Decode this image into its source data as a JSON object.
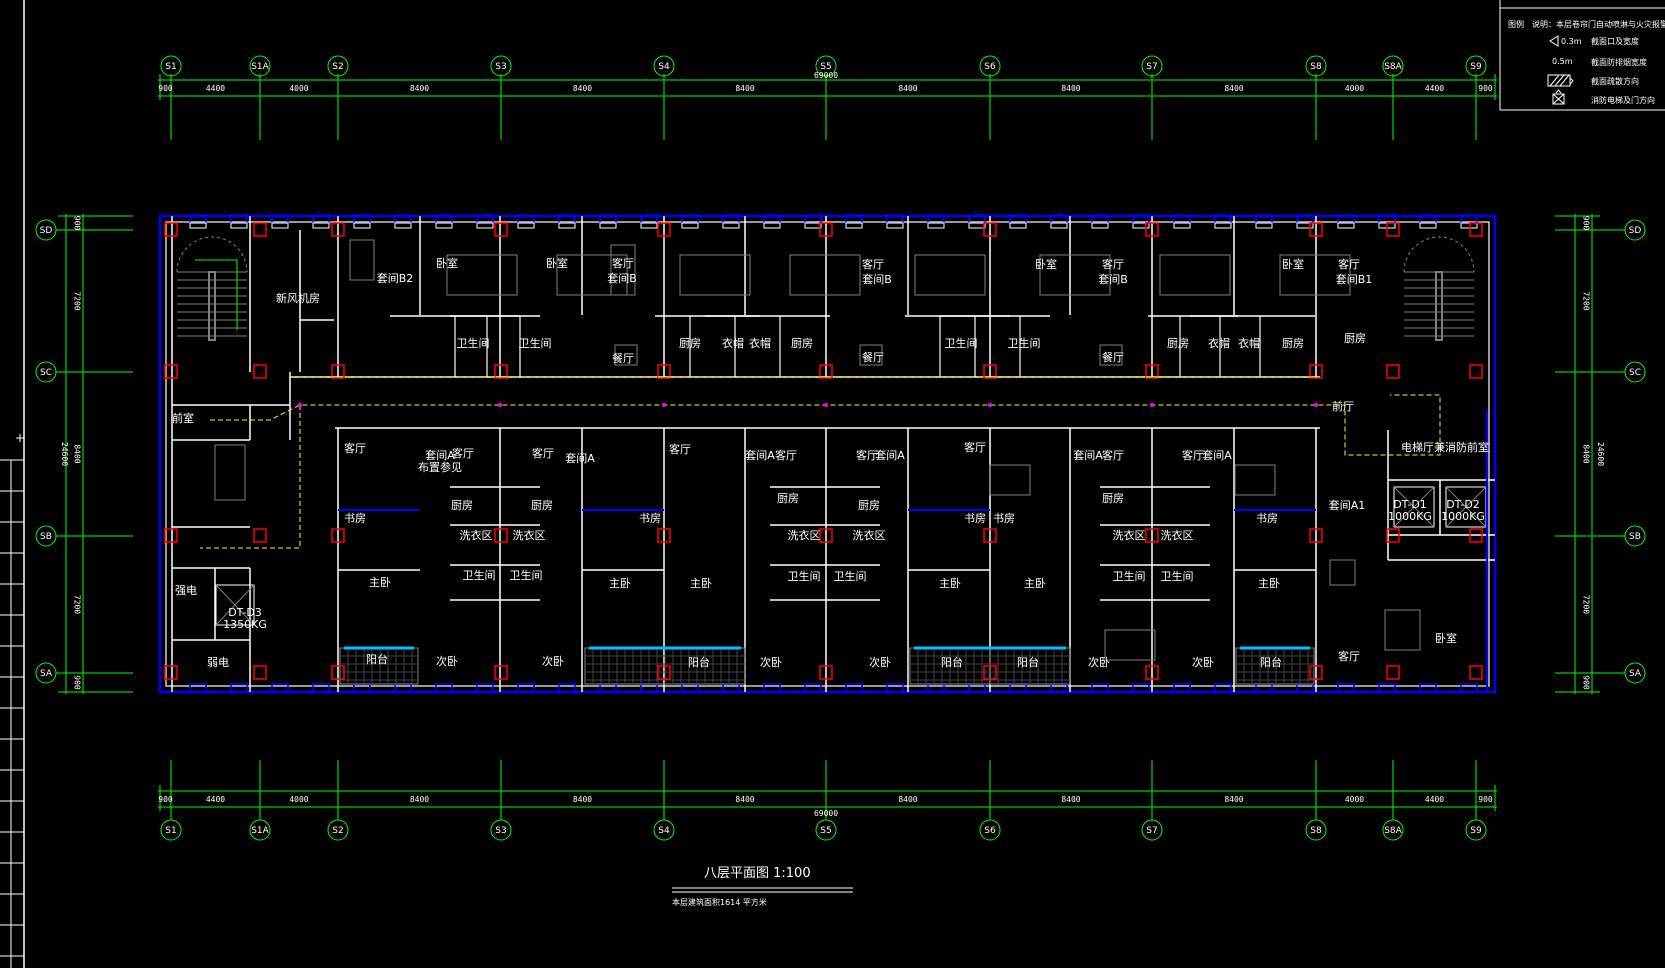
{
  "drawing": {
    "title": "八层平面图 1:100",
    "subtitle": "本层建筑面积1614 平方米"
  },
  "legend": {
    "heading": "图例",
    "note": "说明：本层卷帘门自动喷淋与火灾报警系统",
    "items": [
      {
        "symbol": "0.3m",
        "label": "截面口及宽度"
      },
      {
        "symbol": "0.5m",
        "label": "截面防排烟宽度"
      },
      {
        "symbol": "hatch",
        "label": "截面疏散方向"
      },
      {
        "symbol": "box",
        "label": "消防电梯及门方向"
      }
    ]
  },
  "axes": {
    "columns": [
      "S1",
      "S1A",
      "S2",
      "S3",
      "S4",
      "S5",
      "S6",
      "S7",
      "S8",
      "S8A",
      "S9"
    ],
    "rows": [
      "SD",
      "SC",
      "SB",
      "SA"
    ],
    "column_dims": [
      "900",
      "4400",
      "4000",
      "8400",
      "8400",
      "8400",
      "8400",
      "8400",
      "8400",
      "4000",
      "4400",
      "900"
    ],
    "column_total": "69000",
    "row_dims": [
      "900",
      "7200",
      "8400",
      "7200",
      "900"
    ],
    "row_total": "24600"
  },
  "rooms": [
    "卧室",
    "卧室",
    "客厅",
    "套间B2",
    "套间B",
    "新风机房",
    "卫生间",
    "卫生间",
    "餐厅",
    "前室",
    "前厅",
    "电梯厅兼消防前室",
    "套间A1",
    "DT-D1",
    "1000KG",
    "DT-D2",
    "1000KG",
    "客厅",
    "套间A",
    "布置参见",
    "客厅",
    "客厅",
    "套间A",
    "厨房",
    "厨房",
    "书房",
    "洗衣区",
    "洗衣区",
    "卫生间",
    "卫生间",
    "主卧",
    "强电",
    "DT-D3",
    "1350KG",
    "阳台",
    "次卧",
    "次卧",
    "弱电",
    "厨房",
    "衣帽",
    "衣帽",
    "厨房",
    "餐厅",
    "客厅",
    "套间B",
    "卫生间",
    "卫生间",
    "卧室",
    "客厅",
    "套间B",
    "餐厅",
    "厨房",
    "衣帽",
    "衣帽",
    "厨房",
    "卧室",
    "客厅",
    "套间B1",
    "厨房",
    "卧室",
    "客厅",
    "客厅",
    "套间A",
    "客厅",
    "客厅",
    "套间A",
    "客厅",
    "厨房",
    "厨房",
    "书房",
    "书房",
    "洗衣区",
    "洗衣区",
    "卫生间",
    "卫生间",
    "主卧",
    "主卧",
    "主卧",
    "阳台",
    "阳台",
    "阳台",
    "次卧",
    "次卧",
    "次卧",
    "次卧",
    "阳台",
    "套间A",
    "客厅",
    "客厅",
    "套间A",
    "厨房",
    "卫生间",
    "卫生间",
    "书房",
    "书房",
    "洗衣区",
    "洗衣区",
    "主卧",
    "主卧"
  ],
  "colors": {
    "background": "#000000",
    "axis": "#00ff00",
    "outer_wall": "#0000ff",
    "wall": "#ffffff",
    "column": "#ff0000",
    "corridor_route": "#ffff00",
    "furniture": "#808080"
  }
}
